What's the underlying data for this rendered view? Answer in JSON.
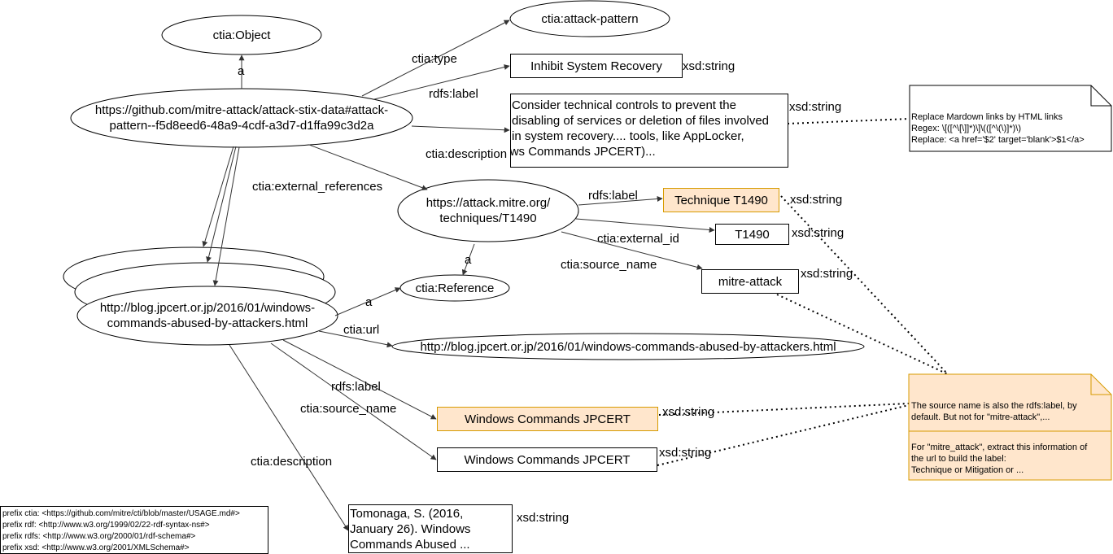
{
  "nodes": {
    "ctia_object": "ctia:Object",
    "attack_pattern_uri_1": "https://github.com/mitre-attack/attack-stix-data#attack-",
    "attack_pattern_uri_2": "pattern--f5d8eed6-48a9-4cdf-a3d7-d1ffa99c3d2a",
    "ctia_attack_pattern": "ctia:attack-pattern",
    "inhibit_label": "Inhibit System Recovery",
    "description_lines": [
      "Consider technical controls to prevent the",
      "disabling of services or deletion of files involved",
      "in system recovery.... tools, like AppLocker,",
      "Citation: Windows Commands JPCERT)..."
    ],
    "mitre_ref_uri_1": "https://attack.mitre.org/",
    "mitre_ref_uri_2": "techniques/T1490",
    "technique_label": "Technique T1490",
    "t1490": "T1490",
    "mitre_attack": "mitre-attack",
    "ctia_reference": "ctia:Reference",
    "jpcert_uri_1": "http://blog.jpcert.or.jp/2016/01/windows-",
    "jpcert_uri_2": "commands-abused-by-attackers.html",
    "jpcert_url": "http://blog.jpcert.or.jp/2016/01/windows-commands-abused-by-attackers.html",
    "wc_label": "Windows Commands JPCERT",
    "wc_source": "Windows Commands JPCERT",
    "tomonaga_lines": [
      "Tomonaga, S. (2016,",
      "January 26). Windows",
      "Commands Abused ..."
    ]
  },
  "edges": {
    "a1": "a",
    "ctia_type": "ctia:type",
    "rdfs_label_1": "rdfs:label",
    "ctia_description_1": "ctia:description",
    "ctia_external_references": "ctia:external_references",
    "rdfs_label_2": "rdfs:label",
    "ctia_external_id": "ctia:external_id",
    "ctia_source_name_1": "ctia:source_name",
    "a2": "a",
    "a3": "a",
    "ctia_url": "ctia:url",
    "rdfs_label_3": "rdfs:label",
    "ctia_source_name_2": "ctia:source_name",
    "ctia_description_2": "ctia:description"
  },
  "datatypes": {
    "xsd1": "xsd:string",
    "xsd2": "xsd:string",
    "xsd3": "xsd:string",
    "xsd4": "xsd:string",
    "xsd5": "xsd:string",
    "xsd6": "xsd:string",
    "xsd7": "xsd:string",
    "xsd8": "xsd:string"
  },
  "notes": {
    "markdown": [
      "Replace Mardown links by HTML links",
      "Regex:  \\[([^\\[\\]]*)\\]\\(([^\\(\\)]*)\\)",
      "Replace: <a href='$2' target='blank'>$1</a>"
    ],
    "source_name_1": "The source name is also the rdfs:label, by",
    "source_name_2": "default. But not for \"mitre-attack\",...",
    "mitre_1": "For \"mitre_attack\", extract this information of",
    "mitre_2": "the url to build the label:",
    "mitre_3": "Technique or Mitigation or ..."
  },
  "prefixes": [
    "prefix ctia:  <https://github.com/mitre/cti/blob/master/USAGE.md#>",
    "prefix rdf:  <http://www.w3.org/1999/02/22-rdf-syntax-ns#>",
    "prefix rdfs:  <http://www.w3.org/2000/01/rdf-schema#>",
    "prefix xsd:  <http://www.w3.org/2001/XMLSchema#>"
  ]
}
